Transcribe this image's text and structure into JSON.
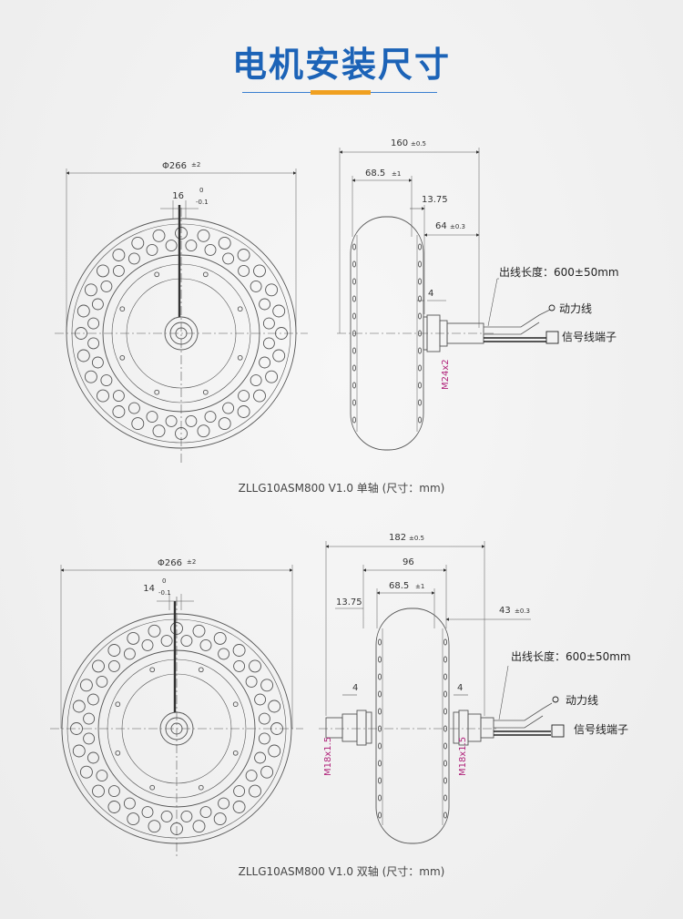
{
  "title": "电机安装尺寸",
  "colors": {
    "title": "#1c63b7",
    "accent": "#f0a020",
    "thread_label": "#b0227a"
  },
  "single_axle": {
    "front": {
      "diameter": "Φ266",
      "diameter_tol": "±2",
      "shaft": "16",
      "shaft_tol_upper": "0",
      "shaft_tol_lower": "-0.1"
    },
    "side": {
      "overall": "160",
      "overall_tol": "±0.5",
      "width": "68.5",
      "width_tol": "±1",
      "offset": "13.75",
      "shaft_len": "64",
      "shaft_len_tol": "±0.3",
      "flat": "4",
      "thread": "M24x2",
      "cable_length": "出线长度：600±50mm",
      "power_wire": "动力线",
      "signal_terminal": "信号线端子"
    },
    "caption": "ZLLG10ASM800 V1.0 单轴 (尺寸：mm)"
  },
  "dual_axle": {
    "front": {
      "diameter": "Φ266",
      "diameter_tol": "±2",
      "shaft": "14",
      "shaft_tol_upper": "0",
      "shaft_tol_lower": "-0.1"
    },
    "side": {
      "overall": "182",
      "overall_tol": "±0.5",
      "inner": "96",
      "width": "68.5",
      "width_tol": "±1",
      "offset": "13.75",
      "shaft_len": "43",
      "shaft_len_tol": "±0.3",
      "flat_left": "4",
      "flat_right": "4",
      "thread_left": "M18x1.5",
      "thread_right": "M18x1.5",
      "cable_length": "出线长度：600±50mm",
      "power_wire": "动力线",
      "signal_terminal": "信号线端子"
    },
    "caption": "ZLLG10ASM800 V1.0 双轴 (尺寸：mm)"
  }
}
